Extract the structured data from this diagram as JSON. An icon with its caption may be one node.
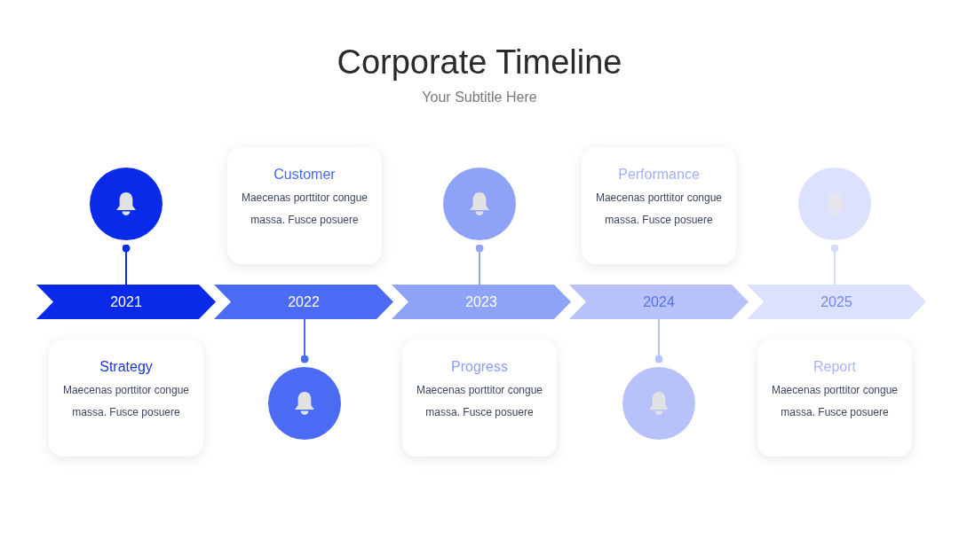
{
  "diagram": {
    "title": "Corporate Timeline",
    "nodes": [
      {
        "text": [],
        "shape": "circle"
      },
      {
        "text": [
          "Customer",
          "Maecenas porttitor congue massa. Fusce posuere"
        ]
      },
      {
        "text": [],
        "shape": "circle"
      },
      {
        "text": [
          "Performance",
          "Maecenas porttitor congue massa. Fusce posuere"
        ]
      },
      {
        "text": [],
        "shape": "circle"
      },
      {
        "text": [
          "2021"
        ]
      },
      {
        "text": [
          "2022"
        ]
      },
      {
        "text": [
          "2023"
        ]
      },
      {
        "text": [
          "2024"
        ]
      },
      {
        "text": [
          "2025"
        ]
      },
      {
        "text": [
          "Strategy",
          "Maecenas porttitor congue massa. Fusce posuere"
        ]
      },
      {
        "text": [],
        "shape": "circle"
      },
      {
        "text": [
          "Progress",
          "Maecenas porttitor congue massa. Fusce posuere"
        ]
      },
      {
        "text": [],
        "shape": "circle"
      },
      {
        "text": [
          "Report",
          "Maecenas porttitor congue massa. Fusce posuere"
        ]
      }
    ],
    "edges": [
      {
        "from": 5,
        "to": 0,
        "arrow": "other",
        "color": "#0a2ae9"
      },
      {
        "from": 6,
        "to": 11,
        "arrow": "other",
        "color": "#4c6bf5"
      },
      {
        "from": 7,
        "to": 2,
        "arrow": "other",
        "color": "#93a6f6"
      },
      {
        "from": 8,
        "to": 13,
        "arrow": "other",
        "color": "#b7c2f9"
      },
      {
        "from": 9,
        "to": 4,
        "arrow": "other",
        "color": "#d6dcfc"
      }
    ],
    "labels": [
      "Your Subtitle Here"
    ]
  }
}
